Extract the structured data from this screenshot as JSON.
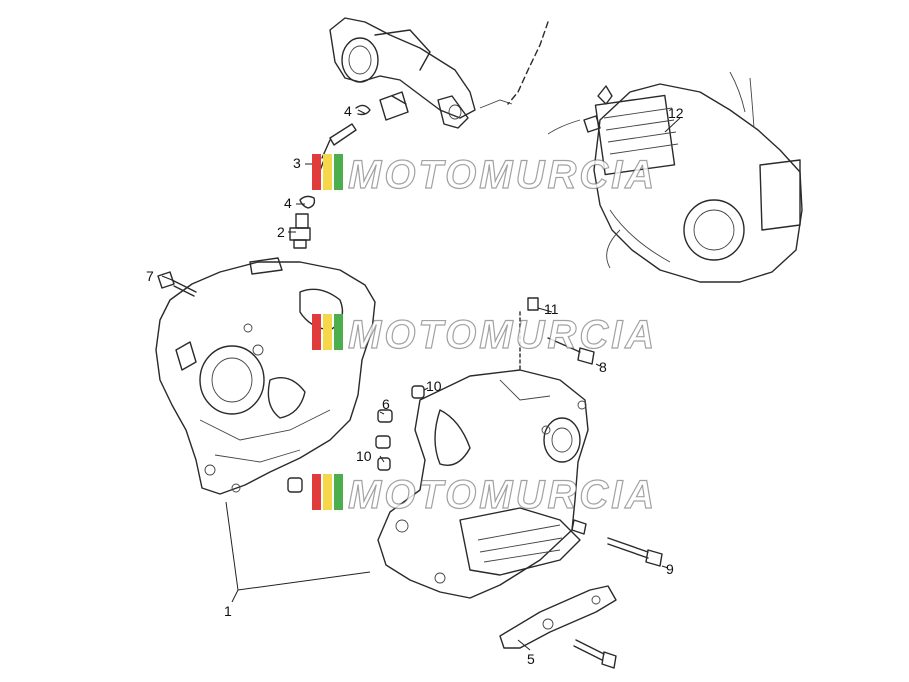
{
  "callouts": [
    {
      "id": "1",
      "text": "1"
    },
    {
      "id": "2",
      "text": "2"
    },
    {
      "id": "3",
      "text": "3"
    },
    {
      "id": "4a",
      "text": "4"
    },
    {
      "id": "4b",
      "text": "4"
    },
    {
      "id": "5",
      "text": "5"
    },
    {
      "id": "6",
      "text": "6"
    },
    {
      "id": "7",
      "text": "7"
    },
    {
      "id": "8",
      "text": "8"
    },
    {
      "id": "9",
      "text": "9"
    },
    {
      "id": "10a",
      "text": "10"
    },
    {
      "id": "10b",
      "text": "10"
    },
    {
      "id": "11",
      "text": "11"
    },
    {
      "id": "12",
      "text": "12"
    }
  ],
  "watermark": {
    "text": "MOTOMURCIA",
    "stripe_colors": [
      "#e23b3b",
      "#f5d84a",
      "#4cae4c"
    ]
  },
  "colors": {
    "line": "#2a2a2a",
    "background": "#ffffff"
  }
}
